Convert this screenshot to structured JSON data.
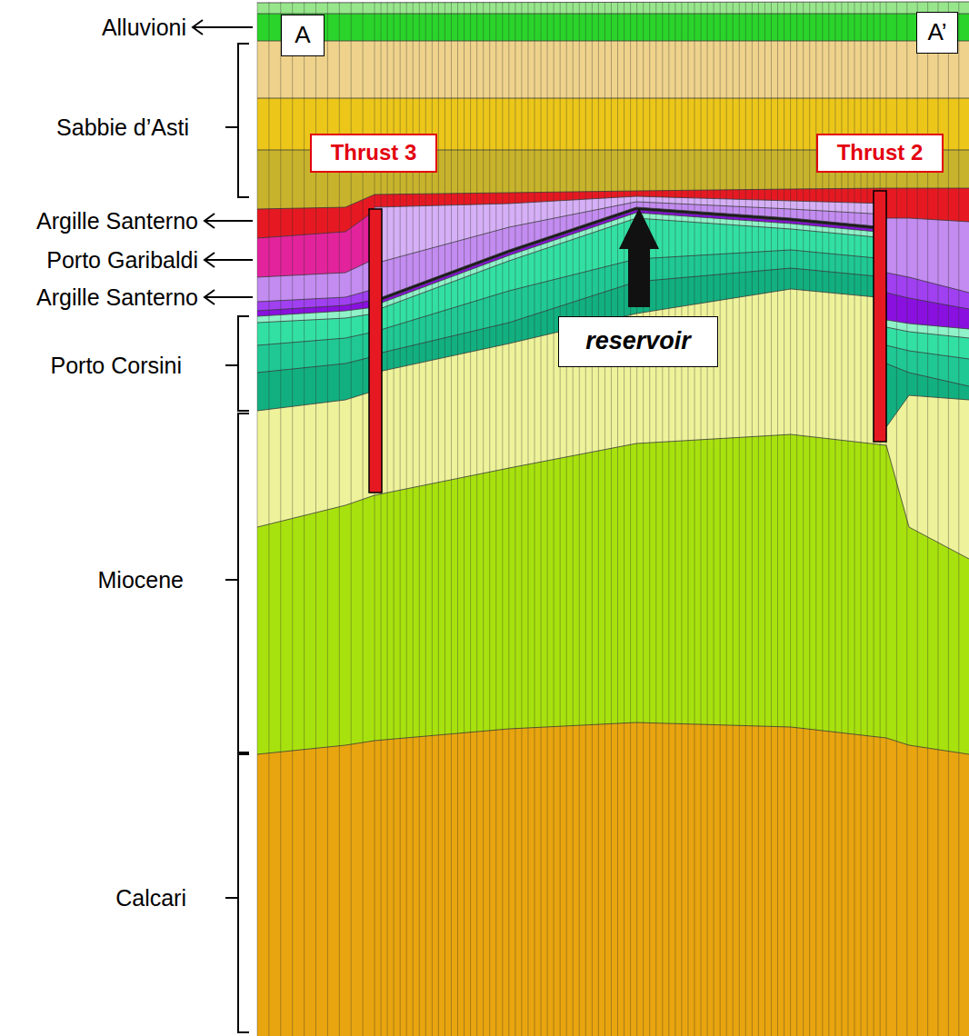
{
  "diagram": {
    "nodes": [
      {
        "text": [
          "A"
        ]
      },
      {
        "text": [
          "A’"
        ]
      },
      {
        "text": [
          "Thrust 3"
        ]
      },
      {
        "text": [
          "Thrust 2"
        ]
      },
      {
        "text": [
          "reservoir"
        ]
      }
    ],
    "labels": [
      "Alluvioni",
      "Sabbie d’Asti",
      "Argille Santerno",
      "Porto Garibaldi",
      "Argille Santerno",
      "Porto Corsini",
      "Miocene",
      "Calcari"
    ]
  }
}
